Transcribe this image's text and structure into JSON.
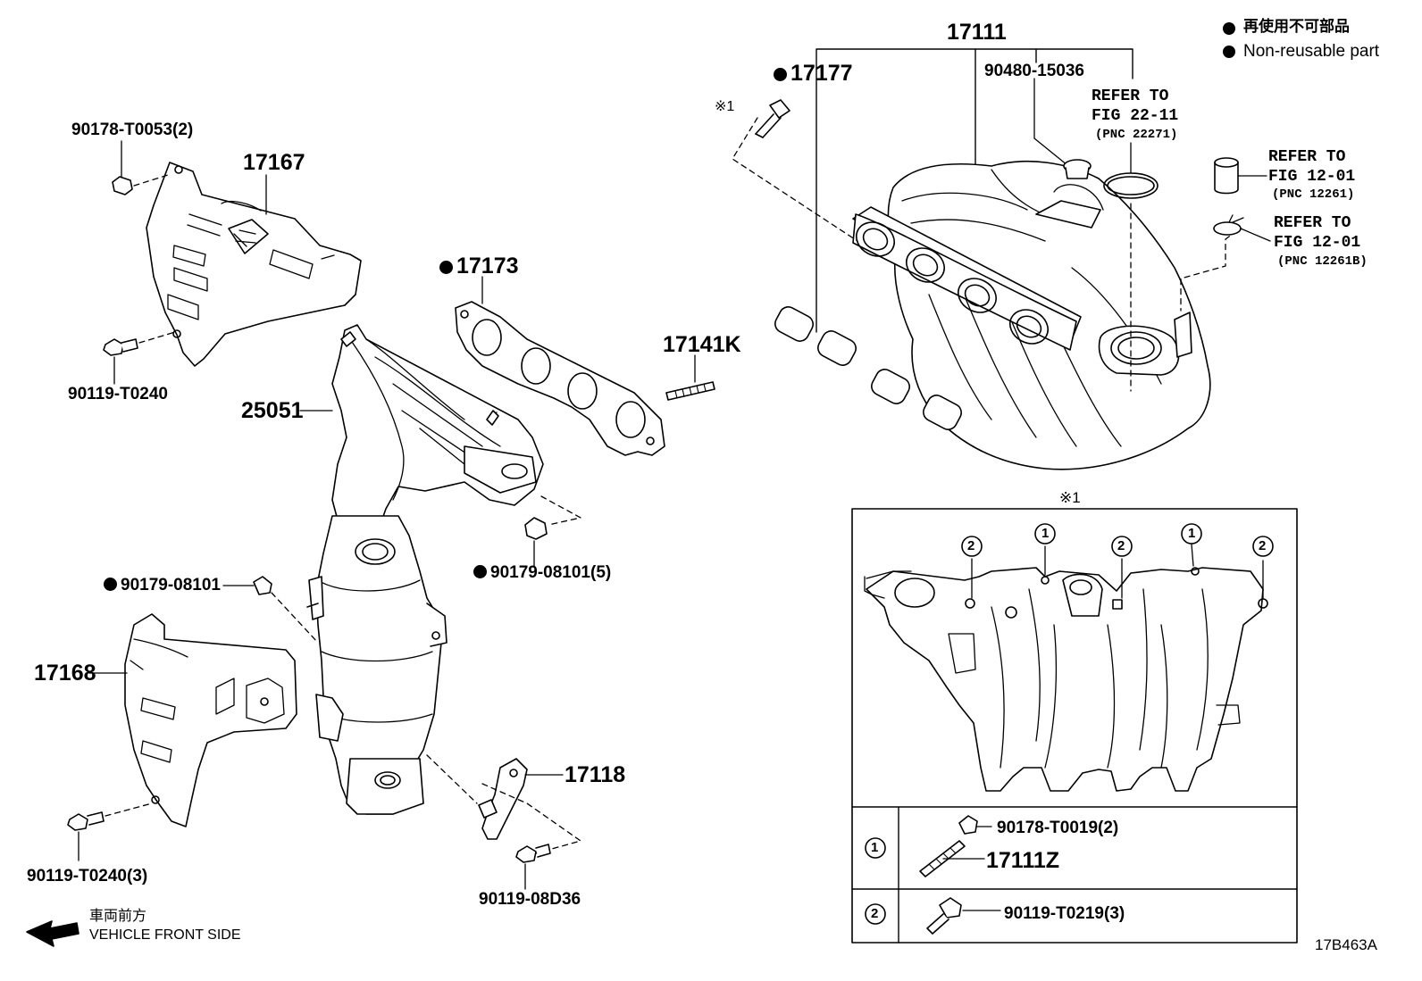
{
  "legend": {
    "jp": "再使用不可部品",
    "en": "Non-reusable part"
  },
  "front": {
    "jp": "車両前方",
    "en": "VEHICLE FRONT SIDE"
  },
  "figure_code": "17B463A",
  "detail_marker": "※1",
  "detail_marker_bolt": "※1",
  "callouts": {
    "p17111": "17111",
    "p17177": "17177",
    "p90480": "90480-15036",
    "p17167": "17167",
    "p90178_t0053": "90178-T0053(2)",
    "p90119_t0240": "90119-T0240",
    "p17173": "17173",
    "p17141k": "17141K",
    "p25051": "25051",
    "p90179_08101_5": "90179-08101(5)",
    "p90179_08101": "90179-08101",
    "p17168": "17168",
    "p17118": "17118",
    "p90119_t0240_3": "90119-T0240(3)",
    "p90119_08d36": "90119-08D36"
  },
  "refs": {
    "r1_l1": "REFER TO",
    "r1_l2": "FIG 22-11",
    "r1_l3": "(PNC 22271)",
    "r2_l1": "REFER TO",
    "r2_l2": "FIG 12-01",
    "r2_l3": "(PNC 12261)",
    "r3_l1": "REFER TO",
    "r3_l2": "FIG 12-01",
    "r3_l3": "(PNC 12261B)"
  },
  "detail": {
    "markers_top": [
      "2",
      "1",
      "2",
      "1",
      "2"
    ],
    "row1": {
      "key": "1",
      "part_a": "90178-T0019(2)",
      "part_b": "17111Z"
    },
    "row2": {
      "key": "2",
      "part_a": "90119-T0219(3)"
    }
  }
}
